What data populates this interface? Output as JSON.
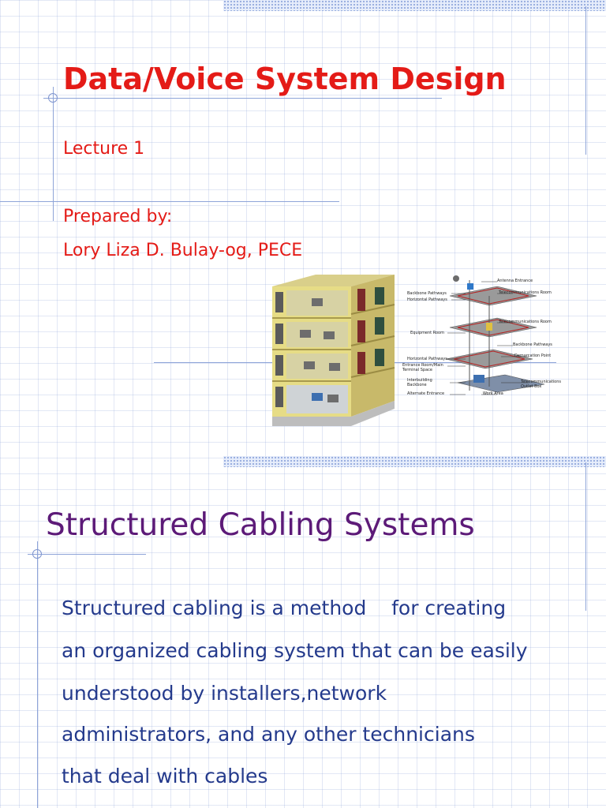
{
  "slide1": {
    "title": "Data/Voice System Design",
    "lecture": "Lecture 1",
    "prepared_label": "Prepared by:",
    "author": "Lory Liza D. Bulay-og, PECE",
    "diagram_labels": [
      "Antenna Entrance",
      "Backbone Pathways",
      "Horizontal Pathways",
      "Telecommunications Room",
      "Telecommunications Room",
      "Equipment Room",
      "Backbone Pathways",
      "Horizontal Pathways",
      "Demarcation Point",
      "Entrance Room/Main Terminal Space",
      "Interbuilding Backbone",
      "Telecommunications Outlet Box",
      "Alternate Entrance",
      "Work Area"
    ]
  },
  "slide2": {
    "title": "Structured Cabling Systems",
    "lines": [
      "Structured cabling is a method    for creating",
      "an organized cabling system that can be easily",
      "understood by installers,network",
      "administrators, and any other technicians",
      "that deal with cables"
    ]
  }
}
